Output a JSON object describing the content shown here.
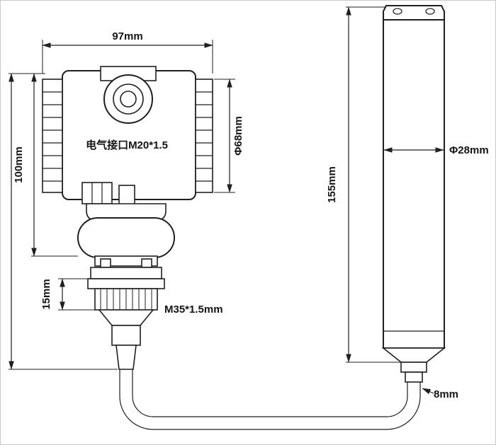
{
  "figure": {
    "kind": "dimensional-technical-drawing",
    "subject": "submersible level transmitter with probe and cable"
  },
  "labels": {
    "head_width": "97mm",
    "head_height": "100mm",
    "head_diameter": "Φ68mm",
    "electrical_port": "电气接口M20*1.5",
    "flange_thickness": "15mm",
    "thread_spec": "M35*1.5mm",
    "probe_length": "155mm",
    "probe_diameter": "Φ28mm",
    "cable_diameter": "8mm"
  },
  "colors": {
    "line": "#1f1f1f",
    "background": "#ffffff",
    "frame": "#c9c9c9"
  }
}
